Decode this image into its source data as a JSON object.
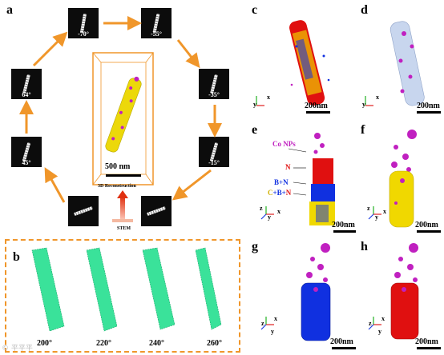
{
  "panel_labels": {
    "a": "a",
    "b": "b",
    "c": "c",
    "d": "d",
    "e": "e",
    "f": "f",
    "g": "g",
    "h": "h"
  },
  "panel_a": {
    "tilt_angles": [
      "-70°",
      "-55°",
      "-35°",
      "-15°",
      "45°",
      "64°"
    ],
    "center_scale": "500 nm",
    "reconstruction_label": "3D Reconstruction",
    "stem_label": "STEM"
  },
  "panel_b": {
    "rotation_angles": [
      "200°",
      "220°",
      "240°",
      "260°"
    ],
    "watermark": "© 平平平"
  },
  "scale_bars": {
    "c": "200nm",
    "d": "200nm",
    "e": "200nm",
    "f": "200nm",
    "g": "200nm",
    "h": "200nm"
  },
  "axes": {
    "x": "x",
    "y": "y",
    "z": "z"
  },
  "panel_e_annotations": {
    "co": "Co NPs",
    "n": "N",
    "bn": "B+N",
    "cbn_c": "C",
    "cbn_b": "+B+",
    "cbn_n": "N"
  },
  "colors": {
    "orange": "#f0962a",
    "co_purple": "#c020c0",
    "n_red": "#e01010",
    "b_blue": "#1030e0",
    "c_yellow": "#f0d800",
    "green": "#3ae29a",
    "support": "#c8d6ee"
  }
}
